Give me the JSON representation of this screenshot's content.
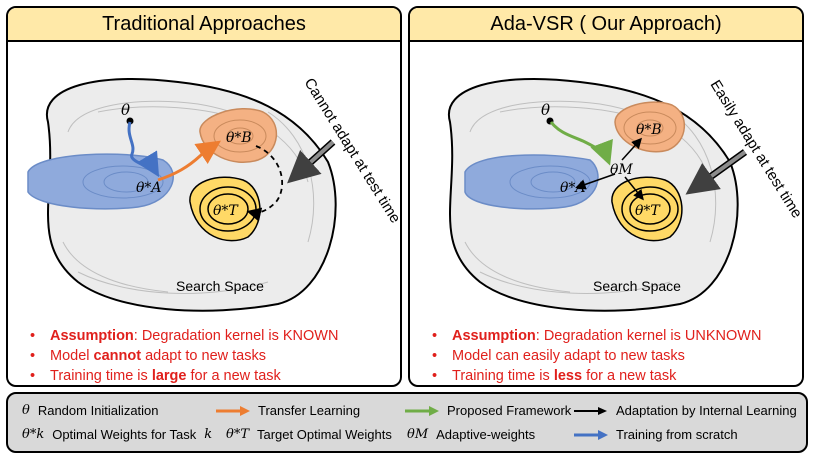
{
  "left_panel": {
    "title": "Traditional Approaches",
    "annotation": "Cannot adapt at test time",
    "space_label": "Search Space",
    "labels": {
      "theta": "θ",
      "theta_a": "θ*A",
      "theta_b": "θ*B",
      "theta_t": "θ*T"
    },
    "bullets": [
      {
        "strong": "Assumption",
        "pre": "",
        "post": ": Degradation kernel is KNOWN"
      },
      {
        "pre": "Model ",
        "strong": "cannot",
        "post": " adapt to new tasks"
      },
      {
        "pre": "Training time is ",
        "strong": "large",
        "post": " for a new task"
      }
    ]
  },
  "right_panel": {
    "title": "Ada-VSR ( Our Approach)",
    "annotation": "Easily adapt at test time",
    "space_label": "Search Space",
    "labels": {
      "theta": "θ",
      "theta_m": "θM",
      "theta_a": "θ*A",
      "theta_b": "θ*B",
      "theta_t": "θ*T"
    },
    "bullets": [
      {
        "strong": "Assumption",
        "pre": "",
        "post": ": Degradation kernel is UNKNOWN"
      },
      {
        "pre": "Model can easily adapt to new tasks",
        "strong": "",
        "post": ""
      },
      {
        "pre": "Training time is ",
        "strong": "less",
        "post": " for a new task"
      }
    ]
  },
  "legend": {
    "random_init": {
      "symbol": "θ",
      "text": "Random Initialization"
    },
    "optimal_weights": {
      "symbol": "θ*k",
      "text": "Optimal Weights for Task",
      "suffix": "k"
    },
    "transfer": {
      "text": "Transfer Learning",
      "color": "#ed7d31"
    },
    "target_weights": {
      "symbol": "θ*T",
      "text": "Target Optimal Weights"
    },
    "proposed": {
      "text": "Proposed Framework",
      "color": "#70ad47"
    },
    "adaptive": {
      "symbol": "θM",
      "text": "Adaptive-weights"
    },
    "internal": {
      "text": "Adaptation by Internal Learning",
      "color": "#000000"
    },
    "scratch": {
      "text": "Training from scratch",
      "color": "#4472c4"
    }
  },
  "colors": {
    "header": "#ffe9a8",
    "blue_region": "#8faadc",
    "orange_region": "#f4b183",
    "yellow_region": "#ffd966",
    "bullet_red": "#e0201c",
    "legend_bg": "#d9d9d9"
  }
}
